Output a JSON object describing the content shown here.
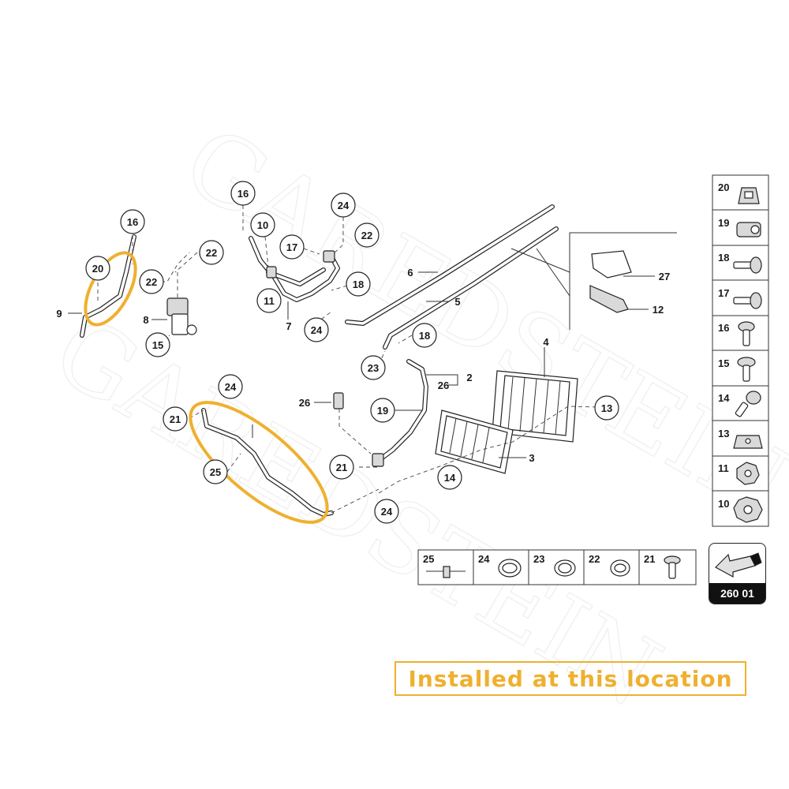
{
  "watermark": {
    "line1": "GAREDSTEIN",
    "line2": "GAREDSTEIN"
  },
  "callouts": {
    "c16a": "16",
    "c20a": "20",
    "c22a": "22",
    "c9": "9",
    "c8": "8",
    "c15": "15",
    "c22b": "22",
    "c16b": "16",
    "c10": "10",
    "c24a": "24",
    "c22c": "22",
    "c17": "17",
    "c18a": "18",
    "c11": "11",
    "c7": "7",
    "c24b": "24",
    "c6": "6",
    "c5": "5",
    "c18b": "18",
    "c23": "23",
    "c2": "2",
    "c26a": "26",
    "c4": "4",
    "c13": "13",
    "c3": "3",
    "c14": "14",
    "c19": "19",
    "c26b": "26",
    "c21a": "21",
    "c24c": "24",
    "c25": "25",
    "c21b": "21",
    "c24d": "24",
    "c27": "27",
    "c12": "12"
  },
  "legend_right": [
    "20",
    "19",
    "18",
    "17",
    "16",
    "15",
    "14",
    "13",
    "11",
    "10"
  ],
  "legend_bottom": [
    "25",
    "24",
    "23",
    "22",
    "21"
  ],
  "reference": {
    "label": "260 01"
  },
  "install_note": "Installed at this location",
  "colors": {
    "highlight": "#efb02f",
    "line": "#222222"
  }
}
